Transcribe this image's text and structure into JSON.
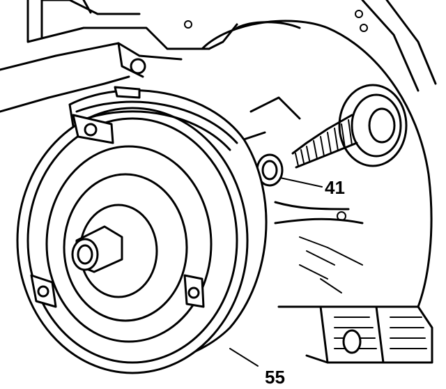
{
  "callouts": [
    {
      "label": "41",
      "part": "seal-ring"
    },
    {
      "label": "55",
      "part": "torque-converter"
    }
  ],
  "colors": {
    "line": "#000000",
    "background": "#ffffff"
  }
}
